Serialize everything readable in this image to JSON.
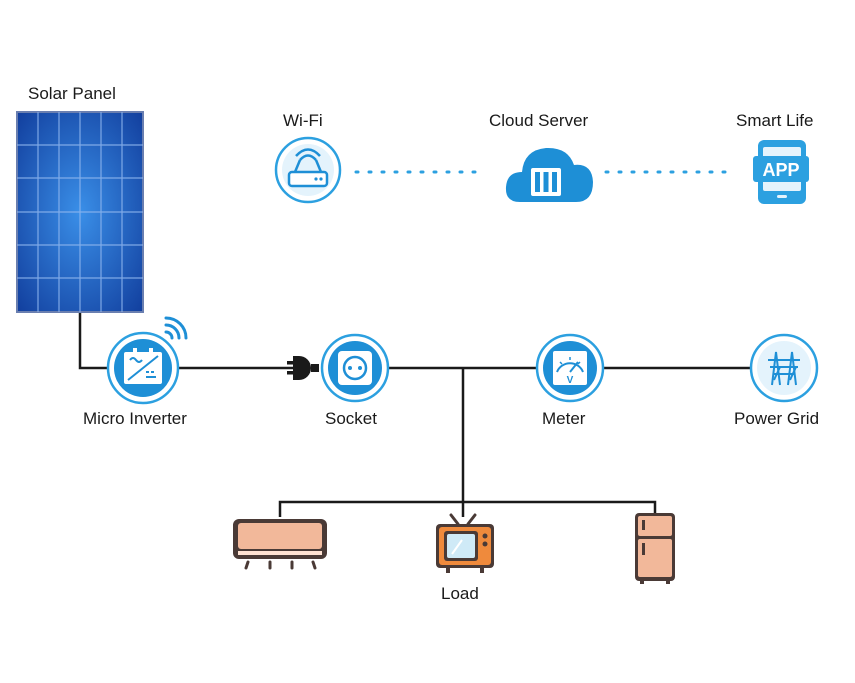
{
  "labels": {
    "solar_panel": "Solar Panel",
    "wifi": "Wi-Fi",
    "cloud_server": "Cloud Server",
    "smart_life": "Smart Life",
    "micro_inverter": "Micro Inverter",
    "socket": "Socket",
    "meter": "Meter",
    "power_grid": "Power Grid",
    "load": "Load",
    "app_badge": "APP",
    "meter_unit": "V"
  },
  "icons": {
    "solar_panel": "solar-panel-icon",
    "wifi": "wifi-router-icon",
    "cloud_server": "cloud-server-icon",
    "smart_life": "app-phone-icon",
    "micro_inverter": "inverter-icon",
    "plug": "plug-icon",
    "socket": "socket-icon",
    "meter": "meter-gauge-icon",
    "power_grid": "power-tower-icon",
    "air_conditioner": "air-conditioner-icon",
    "tv": "tv-icon",
    "fridge": "fridge-icon"
  },
  "colors": {
    "accent_blue": "#1e8fd6",
    "accent_blue_light": "#2ca0e0",
    "panel_blue": "#1a56b8",
    "wire": "#1a1a1a",
    "appliance_peach": "#f2b89a",
    "appliance_orange": "#ef8a3c",
    "appliance_dark": "#4a3a36"
  }
}
